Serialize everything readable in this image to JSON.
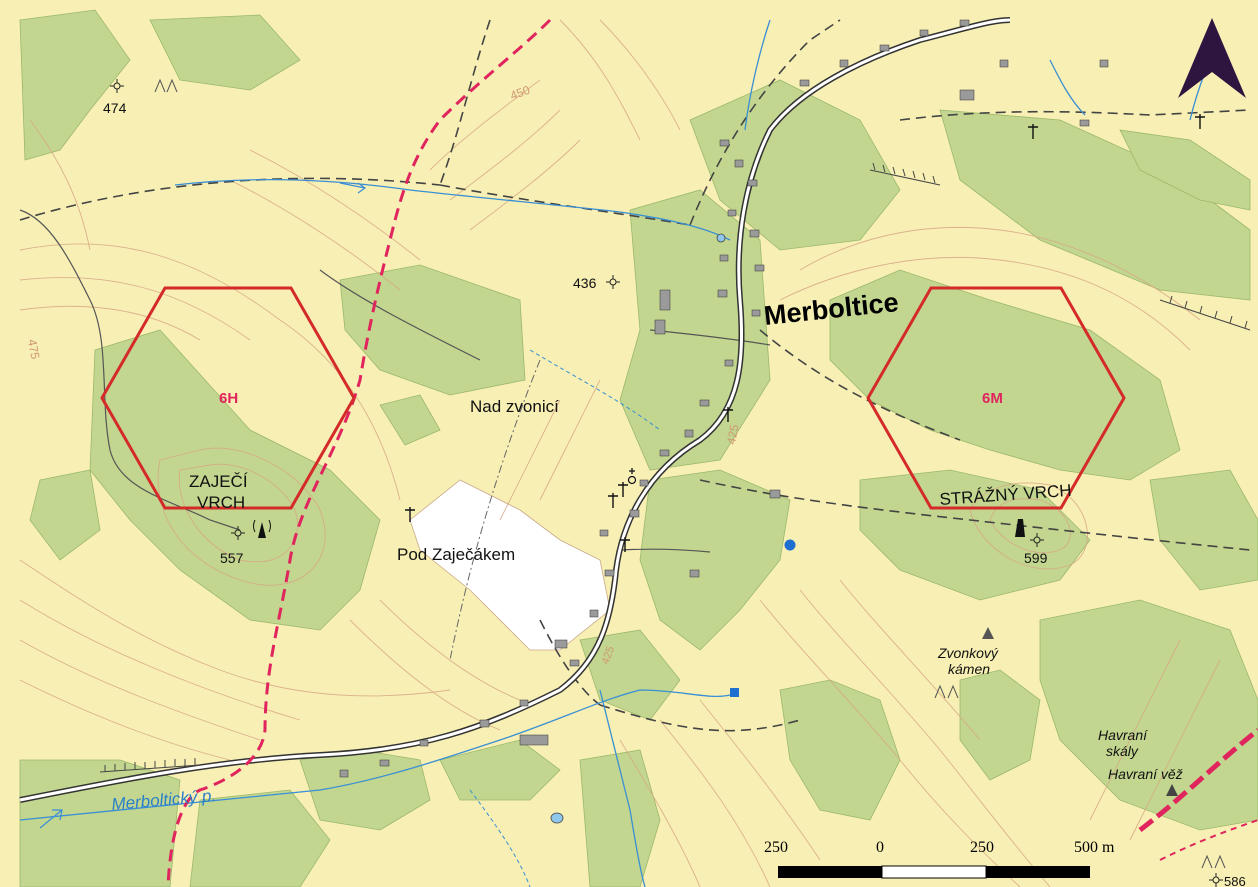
{
  "village": "Merboltice",
  "localities": [
    "Nad zvonicí",
    "Pod Zaječákem"
  ],
  "hills": [
    {
      "name_line1": "ZAJEČÍ",
      "name_line2": "VRCH",
      "elevation": "557"
    },
    {
      "name": "STRÁŽNÝ VRCH",
      "elevation": "599"
    }
  ],
  "spot_heights": [
    "474",
    "436",
    "586"
  ],
  "contour_labels": [
    "450",
    "475",
    "425",
    "425"
  ],
  "rocks": [
    {
      "line1": "Zvonkový",
      "line2": "kámen"
    },
    {
      "line1": "Havraní",
      "line2": "skály"
    },
    {
      "line1": "Havraní věž",
      "line2": ""
    }
  ],
  "stream": "Merboltický p.",
  "hexagons": [
    {
      "label": "6H",
      "color": "#d42a2a"
    },
    {
      "label": "6M",
      "color": "#d42a2a"
    }
  ],
  "scale_bar": {
    "labels": [
      "250",
      "0",
      "250",
      "500 m"
    ]
  },
  "north_arrow": "north-arrow-icon",
  "colors": {
    "background": "#f7efb4",
    "forest": "#c2d68f",
    "contour": "#d8a785",
    "water": "#3a8fd4",
    "trail": "#e0245e",
    "road": "#3b3b3b",
    "hexagon": "#d42a2a"
  }
}
